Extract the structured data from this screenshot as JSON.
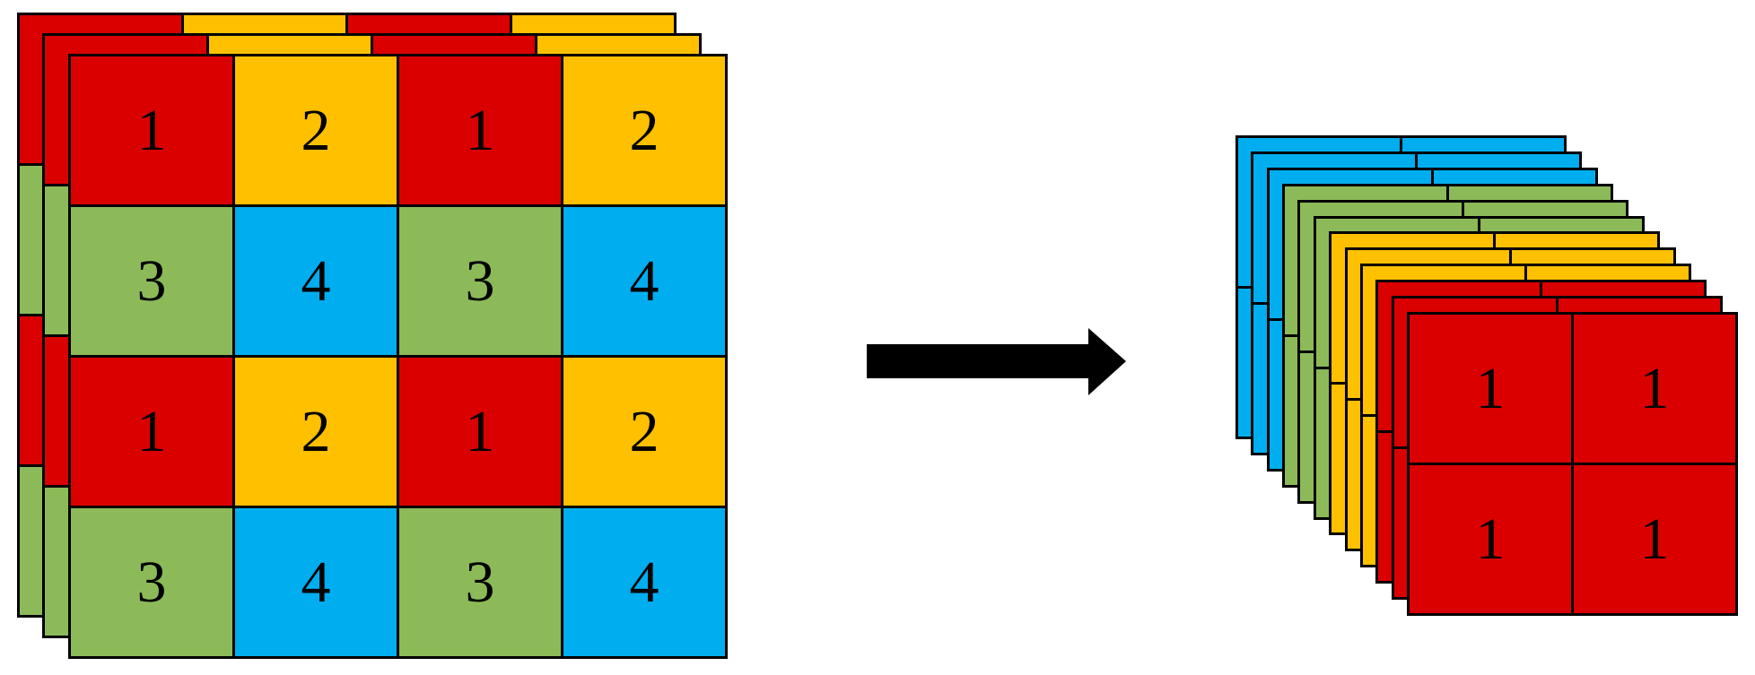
{
  "diagram": {
    "description": "space-to-depth block transformation",
    "colors": {
      "red": "#DB0000",
      "yellow": "#FFC000",
      "green": "#8CBA59",
      "blue": "#00AEEF",
      "arrow": "#000000",
      "line": "#000000",
      "background": "#FFFFFF"
    },
    "value_colors": {
      "1": "red",
      "2": "yellow",
      "3": "green",
      "4": "blue"
    },
    "input_tensor": {
      "num_layers": 3,
      "grid_rows": 4,
      "grid_cols": 4,
      "rows": [
        [
          "1",
          "2",
          "1",
          "2"
        ],
        [
          "3",
          "4",
          "3",
          "4"
        ],
        [
          "1",
          "2",
          "1",
          "2"
        ],
        [
          "3",
          "4",
          "3",
          "4"
        ]
      ]
    },
    "arrow": {
      "direction": "right"
    },
    "output_tensor": {
      "num_layers": 12,
      "grid_rows": 2,
      "grid_cols": 2,
      "layers_back_to_front": [
        "blue",
        "blue",
        "blue",
        "green",
        "green",
        "green",
        "yellow",
        "yellow",
        "yellow",
        "red",
        "red",
        "red"
      ],
      "front_cell_labels": [
        "1",
        "1",
        "1",
        "1"
      ]
    }
  }
}
